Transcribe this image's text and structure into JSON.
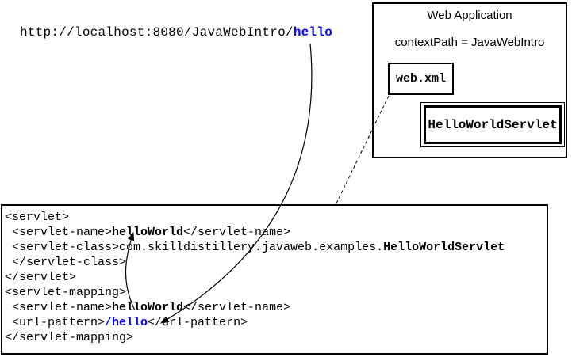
{
  "url": {
    "base": "http://localhost:8080/JavaWebIntro/",
    "path": "hello"
  },
  "web_application": {
    "title": "Web Application",
    "context_path": "contextPath = JavaWebIntro",
    "web_xml_label": "web.xml",
    "servlet_label": "HelloWorldServlet"
  },
  "web_xml_code": {
    "lines": [
      {
        "s0": "<servlet>"
      },
      {
        "s0": " <servlet-name>",
        "s1": "helloWorld",
        "s2": "</servlet-name>"
      },
      {
        "s0": " <servlet-class>com.skilldistillery.javaweb.examples.",
        "s1": "HelloWorldServlet"
      },
      {
        "s0": " </servlet-class>"
      },
      {
        "s0": "</servlet>"
      },
      {
        "s0": "<servlet-mapping>"
      },
      {
        "s0": " <servlet-name>",
        "s1": "helloWorld",
        "s2": "</servlet-name>"
      },
      {
        "s0": " <url-pattern>",
        "s1": "/hello",
        "s2": "</url-pattern>"
      },
      {
        "s0": "</servlet-mapping>"
      }
    ]
  },
  "colors": {
    "highlight_blue": "#0000ff",
    "ink": "#000000"
  }
}
